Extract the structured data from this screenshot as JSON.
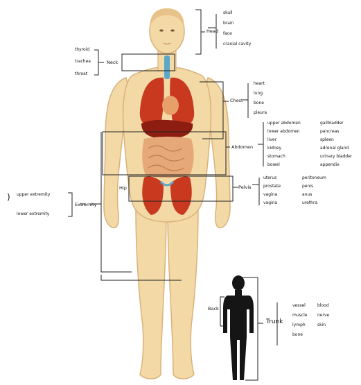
{
  "head": {
    "label": "Head",
    "items": [
      "skull",
      "brain",
      "face",
      "cranial cavity"
    ]
  },
  "neck": {
    "label": "Neck",
    "items": [
      "thyroid",
      "trachea",
      "throat"
    ]
  },
  "chest": {
    "label": "Chest",
    "items": [
      "heart",
      "lung",
      "bone",
      "pleura"
    ]
  },
  "abdomen": {
    "label": "Abdomen",
    "col1": [
      "upper abdomen",
      "lower abdomen",
      "liver",
      "kidney",
      "stomach",
      "bowel"
    ],
    "col2": [
      "gallbladder",
      "pancreas",
      "spleen",
      "adrenal gland",
      "urinary bladder",
      "appendix"
    ]
  },
  "hip": {
    "label": "Hip"
  },
  "pelvis": {
    "label": "Pelvis",
    "col1": [
      "uterus",
      "prostate",
      "vagina",
      "vagina"
    ],
    "col2": [
      "peritoneum",
      "penis",
      "anus",
      "urethra"
    ]
  },
  "extremity": {
    "label": "Extremity",
    "items": [
      "upper extremity",
      "lower extremity"
    ]
  },
  "back": {
    "label": "Back"
  },
  "trunk": {
    "label": "Trunk",
    "col1": [
      "vessel",
      "muscle",
      "lymph",
      "bone"
    ],
    "col2": [
      "blood",
      "nerve",
      "skin"
    ]
  },
  "colors": {
    "skin": "#f3d9a6",
    "skin_edge": "#d9b27a",
    "organ_red": "#c8391f",
    "organ_dark": "#8c1d10",
    "intestine": "#e6a878",
    "trachea": "#5aa7c8",
    "silhouette": "#151515",
    "line": "#222222"
  }
}
